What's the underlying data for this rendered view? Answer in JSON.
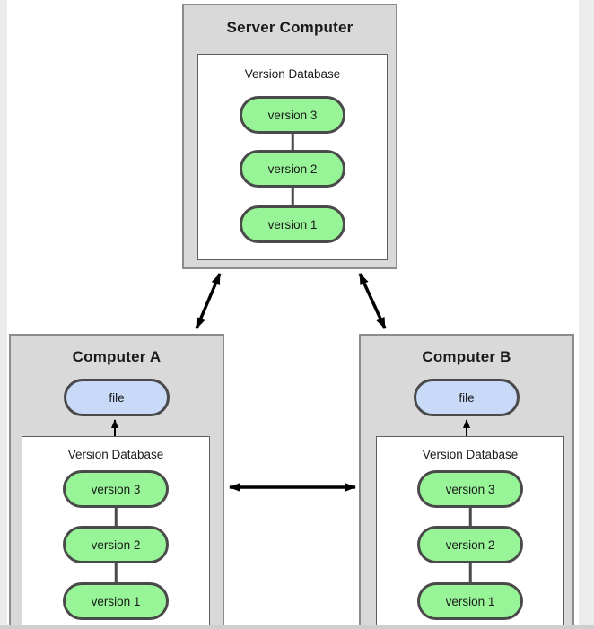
{
  "server": {
    "title": "Server Computer",
    "database_label": "Version Database",
    "versions": [
      "version 3",
      "version 2",
      "version 1"
    ]
  },
  "computer_a": {
    "title": "Computer A",
    "file_label": "file",
    "database_label": "Version Database",
    "versions": [
      "version 3",
      "version 2",
      "version 1"
    ]
  },
  "computer_b": {
    "title": "Computer B",
    "file_label": "file",
    "database_label": "Version Database",
    "versions": [
      "version 3",
      "version 2",
      "version 1"
    ]
  },
  "colors": {
    "machine_box_fill": "#d9d9d9",
    "machine_box_border": "#8c8c8c",
    "database_box_fill": "#ffffff",
    "database_box_border": "#5e5e5e",
    "version_pill_fill": "#97f497",
    "file_pill_fill": "#c9d9f8",
    "pill_border": "#4a4a4a",
    "arrow_color": "#000000",
    "page_background": "#ffffff",
    "page_edge": "#ececec"
  }
}
